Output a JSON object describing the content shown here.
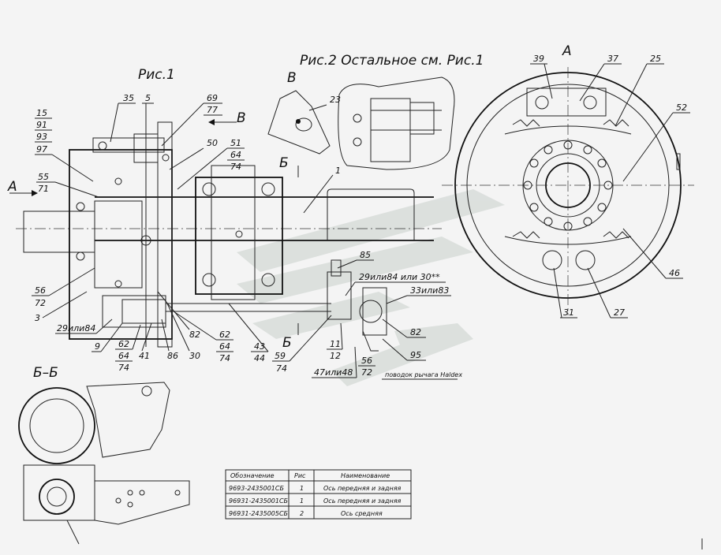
{
  "titles": {
    "fig1": "Рис.1",
    "fig2": "Рис.2 Остальное см. Рис.1",
    "section": "Б–Б",
    "view_a": "А",
    "view_b": "В",
    "view_a_arrow": "А",
    "view_b_arrow": "В",
    "cut_b_top": "Б",
    "cut_b_bottom": "Б"
  },
  "callouts": {
    "c15": "15",
    "c91": "91",
    "c93": "93",
    "c97": "97",
    "c55": "55",
    "c71": "71",
    "c35": "35",
    "c5": "5",
    "c69": "69",
    "c77": "77",
    "c50": "50",
    "c51": "51",
    "c64a": "64",
    "c74a": "74",
    "c1": "1",
    "c23": "23",
    "c56a": "56",
    "c72a": "72",
    "c3": "3",
    "c29a": "29или84",
    "c9": "9",
    "c62a": "62",
    "c64b": "64",
    "c74b": "74",
    "c41": "41",
    "c86": "86",
    "c30": "30",
    "c82a": "82",
    "c62b": "62",
    "c64c": "64",
    "c74c": "74",
    "c43": "43",
    "c44": "44",
    "c59": "59",
    "c74d": "74",
    "c85": "85",
    "c29b": "29или84 или 30**",
    "c33": "33или83",
    "c82b": "82",
    "c95": "95",
    "c11": "11",
    "c12": "12",
    "c47": "47или48",
    "c56b": "56",
    "c72b": "72",
    "holdex": "поводок рычага Haldex",
    "c39": "39",
    "c37": "37",
    "c25": "25",
    "c52": "52",
    "c46": "46",
    "c31": "31",
    "c27": "27"
  },
  "table": {
    "headers": [
      "Обозначение",
      "Рис",
      "Наименование"
    ],
    "rows": [
      [
        "9693-2435001СБ",
        "1",
        "Ось передняя и задняя"
      ],
      [
        "96931-2435001СБ",
        "1",
        "Ось передняя и задняя"
      ],
      [
        "96931-2435005СБ",
        "2",
        "Ось средняя"
      ]
    ]
  },
  "colors": {
    "ink": "#111111",
    "paper": "#f4f4f4",
    "watermark": "#c9d0cc"
  }
}
